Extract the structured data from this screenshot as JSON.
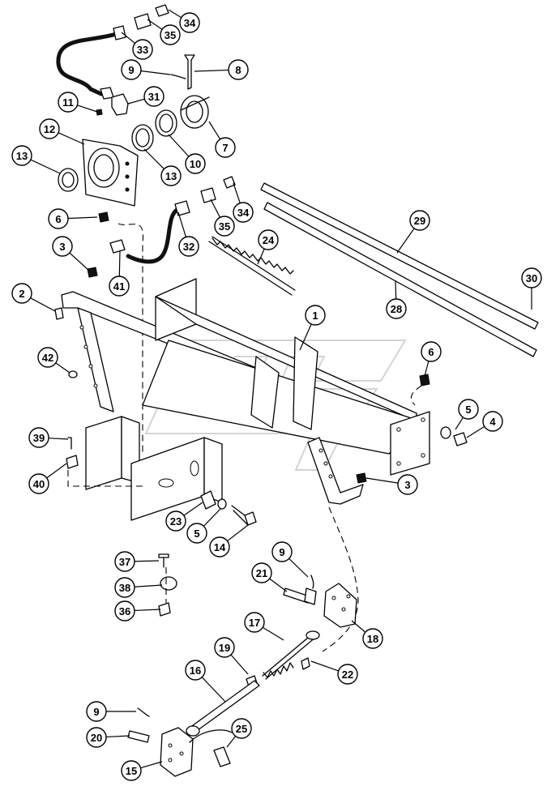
{
  "callouts": [
    {
      "label": "34"
    },
    {
      "label": "35"
    },
    {
      "label": "33"
    },
    {
      "label": "9"
    },
    {
      "label": "8"
    },
    {
      "label": "11"
    },
    {
      "label": "31"
    },
    {
      "label": "12"
    },
    {
      "label": "7"
    },
    {
      "label": "13"
    },
    {
      "label": "13"
    },
    {
      "label": "10"
    },
    {
      "label": "6"
    },
    {
      "label": "35"
    },
    {
      "label": "34"
    },
    {
      "label": "32"
    },
    {
      "label": "3"
    },
    {
      "label": "41"
    },
    {
      "label": "24"
    },
    {
      "label": "29"
    },
    {
      "label": "30"
    },
    {
      "label": "2"
    },
    {
      "label": "28"
    },
    {
      "label": "1"
    },
    {
      "label": "42"
    },
    {
      "label": "6"
    },
    {
      "label": "5"
    },
    {
      "label": "4"
    },
    {
      "label": "39"
    },
    {
      "label": "40"
    },
    {
      "label": "3"
    },
    {
      "label": "23"
    },
    {
      "label": "5"
    },
    {
      "label": "14"
    },
    {
      "label": "9"
    },
    {
      "label": "37"
    },
    {
      "label": "21"
    },
    {
      "label": "38"
    },
    {
      "label": "36"
    },
    {
      "label": "17"
    },
    {
      "label": "18"
    },
    {
      "label": "19"
    },
    {
      "label": "22"
    },
    {
      "label": "16"
    },
    {
      "label": "9"
    },
    {
      "label": "25"
    },
    {
      "label": "20"
    },
    {
      "label": "15"
    }
  ]
}
